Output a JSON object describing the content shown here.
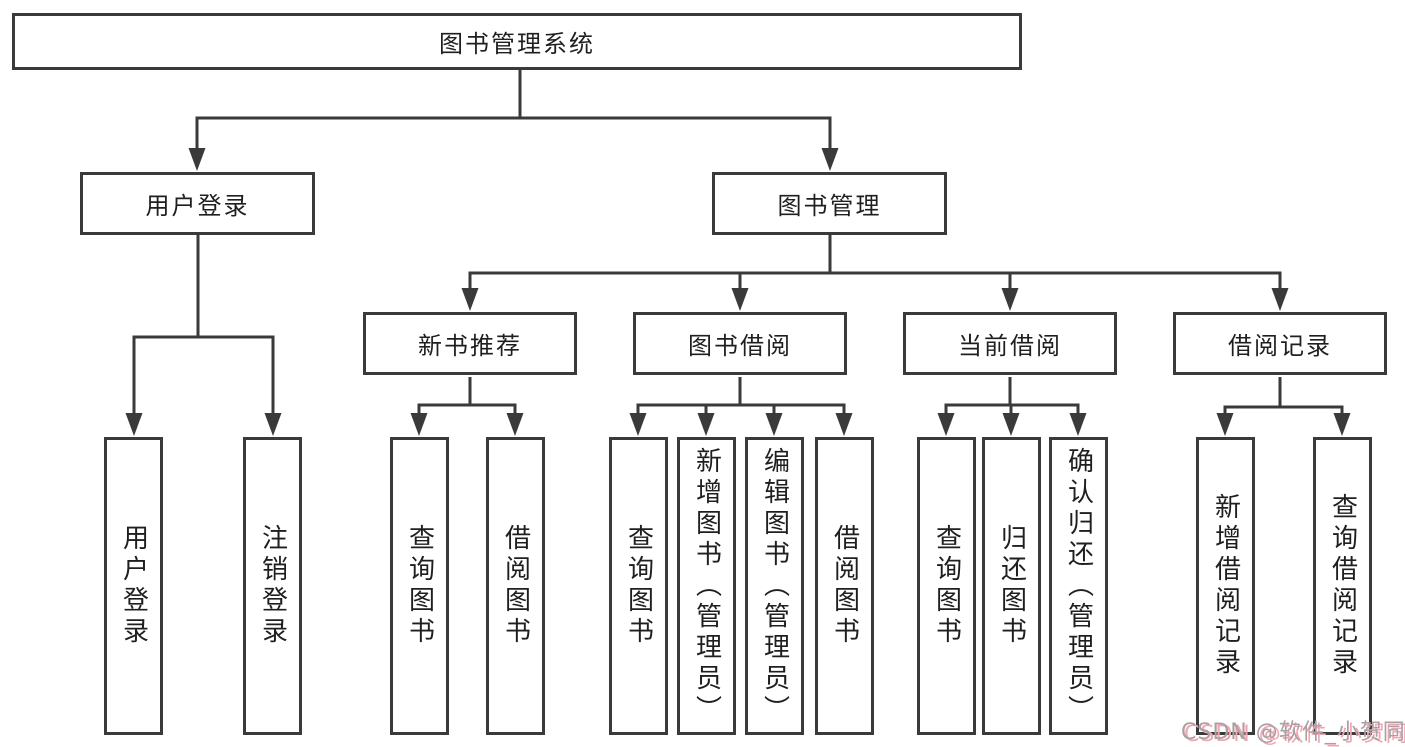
{
  "colors": {
    "background": "#ffffff",
    "line": "#3a3a3a",
    "box_border": "#3a3a3a",
    "box_fill": "#ffffff",
    "text": "#1f1f1f",
    "watermark_gray": "#a3a3a3",
    "watermark_pink": "#f9a1b1"
  },
  "tree": {
    "root": {
      "label": "图书管理系统"
    },
    "level2": [
      {
        "label": "用户登录",
        "leaves": [
          "用户登录",
          "注销登录"
        ]
      },
      {
        "label": "图书管理",
        "children": [
          {
            "label": "新书推荐",
            "leaves": [
              "查询图书",
              "借阅图书"
            ]
          },
          {
            "label": "图书借阅",
            "leaves": [
              "查询图书",
              "新增图书（管理员）",
              "编辑图书（管理员）",
              "借阅图书"
            ]
          },
          {
            "label": "当前借阅",
            "leaves": [
              "查询图书",
              "归还图书",
              "确认归还（管理员）"
            ]
          },
          {
            "label": "借阅记录",
            "leaves": [
              "新增借阅记录",
              "查询借阅记录"
            ]
          }
        ]
      }
    ]
  },
  "watermark": {
    "text": "CSDN @软件_小贺同学"
  }
}
